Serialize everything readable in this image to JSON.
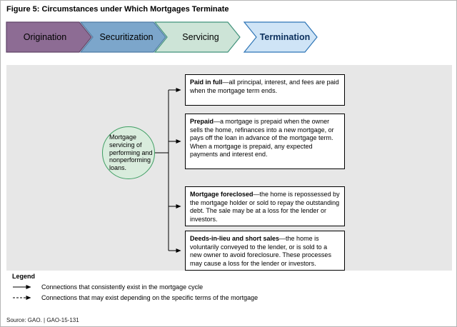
{
  "figure": {
    "title": "Figure 5: Circumstances under Which Mortgages Terminate",
    "source": "Source: GAO. | GAO-15-131"
  },
  "stages": [
    {
      "label": "Origination",
      "fill": "#8d6c94",
      "border": "#5f4468"
    },
    {
      "label": "Securitization",
      "fill": "#7ca6cb",
      "border": "#4d7ba3"
    },
    {
      "label": "Servicing",
      "fill": "#cde4d7",
      "border": "#41927b"
    },
    {
      "label": "Termination",
      "fill": "#cfe4f6",
      "border": "#2e75b6"
    }
  ],
  "diagram": {
    "hub": {
      "text": "Mortgage servicing of performing and nonperforming loans."
    },
    "outcomes": [
      {
        "lead": "Paid in full",
        "text": "—all principal, interest, and fees are paid when the mortgage term ends."
      },
      {
        "lead": "Prepaid",
        "text": "—a mortgage is prepaid when the owner sells the home, refinances into a new mortgage, or pays off the loan in advance of the mortgage term. When a mortgage is prepaid, any expected payments and interest end."
      },
      {
        "lead": "Mortgage foreclosed",
        "text": "—the home is repossessed by the mortgage holder or sold to repay the outstanding debt. The sale may be at a loss for the lender or investors."
      },
      {
        "lead": "Deeds-in-lieu and short sales",
        "text": "—the home is voluntarily conveyed to the lender, or is sold to a new owner to avoid foreclosure. These processes may cause a loss for the lender or investors."
      }
    ]
  },
  "legend": {
    "title": "Legend",
    "items": [
      {
        "style": "solid",
        "label": "Connections that consistently exist in the mortgage cycle"
      },
      {
        "style": "dashed",
        "label": "Connections that may exist depending on the specific terms of the mortgage"
      }
    ]
  },
  "colors": {
    "panel_background": "#e7e7e7",
    "hub_fill": "#d9ecdd",
    "hub_border": "#3f9e63",
    "box_border": "#000000",
    "connector": "#000000"
  }
}
